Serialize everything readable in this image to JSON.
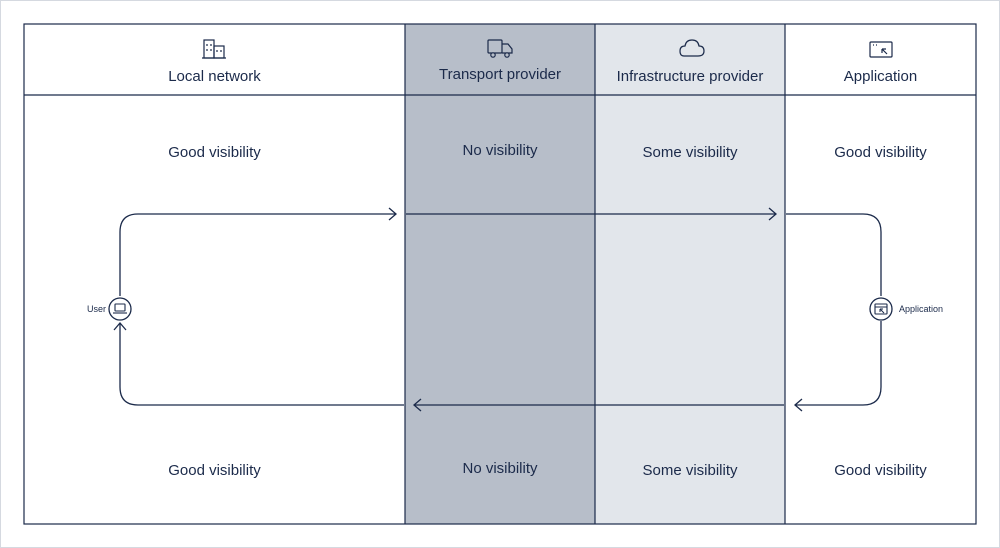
{
  "columns": [
    {
      "title": "Local network",
      "icon": "building-icon",
      "top_visibility": "Good visibility",
      "bottom_visibility": "Good visibility"
    },
    {
      "title": "Transport provider",
      "icon": "truck-icon",
      "top_visibility": "No visibility",
      "bottom_visibility": "No visibility"
    },
    {
      "title": "Infrastructure provider",
      "icon": "cloud-icon",
      "top_visibility": "Some visibility",
      "bottom_visibility": "Some visibility"
    },
    {
      "title": "Application",
      "icon": "app-window-icon",
      "top_visibility": "Good visibility",
      "bottom_visibility": "Good visibility"
    }
  ],
  "endpoints": {
    "user_label": "User",
    "user_icon": "laptop-icon",
    "app_label": "Application",
    "app_icon": "app-window-icon"
  },
  "colors": {
    "border": "#1b2a4a",
    "transport_fill": "#b7bec9",
    "infrastructure_fill": "#e2e6eb",
    "default_fill": "#ffffff",
    "text": "#1b2a4a"
  }
}
